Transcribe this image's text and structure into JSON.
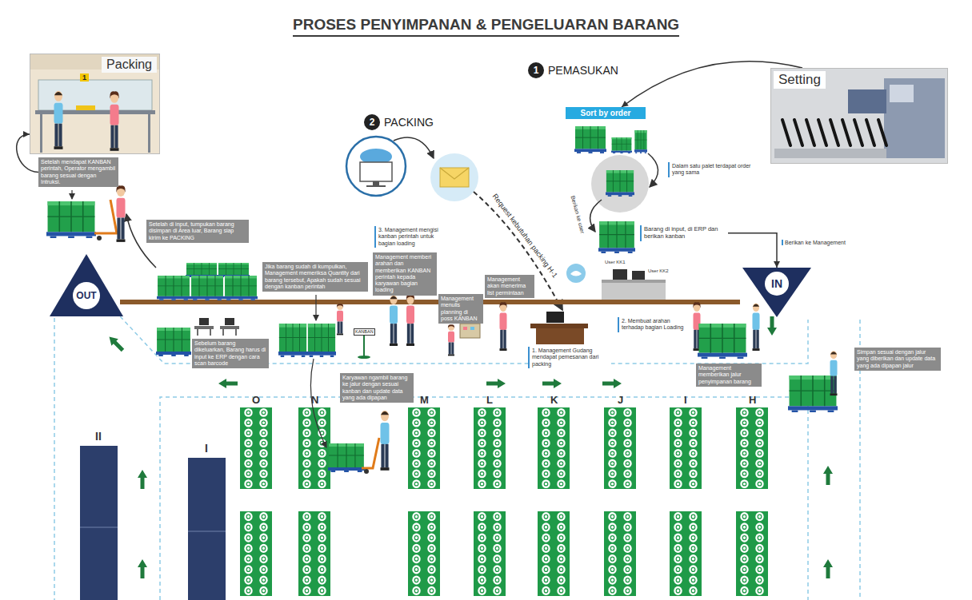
{
  "diagram": {
    "title": "PROSES PENYIMPANAN & PENGELUARAN BARANG",
    "nodes": [
      {
        "text": [
          "Packing"
        ]
      },
      {
        "text": [
          "2",
          "PACKING"
        ]
      },
      {
        "text": [
          "1",
          "PEMASUKAN"
        ]
      },
      {
        "text": [
          "Setting"
        ]
      },
      {
        "text": [
          "Sort by order"
        ]
      },
      {
        "text": [
          "Setelah mendapat KANBAN perintah, Operator mengambil barang sesuai dengan Intruksi."
        ]
      },
      {
        "text": [
          "Dalam satu palet terdapat order yang sama"
        ]
      },
      {
        "text": [
          "Barang di input, di ERP dan berikan kanban"
        ]
      },
      {
        "text": [
          "IN"
        ]
      },
      {
        "text": [
          "Setelah di input, tumpukan barang disimpan di Area luar, Barang siap kirim ke PACKING"
        ]
      },
      {
        "text": [
          "OUT"
        ]
      },
      {
        "text": [
          "3. Management mengisi kanban perintah untuk bagian loading"
        ]
      },
      {
        "text": [
          "Management memberi arahan dan memberikan KANBAN perintah kepada karyawan bagian loading"
        ]
      },
      {
        "text": [
          "Jika barang sudah di kumpulkan, Management memeriksa Quantity dari barang tersebut, Apakah sudah sesuai dengan kanban perintah"
        ]
      },
      {
        "text": [
          "Management akan menerima list permintaan"
        ]
      },
      {
        "text": [
          "Management menulis planning di poss KANBAN"
        ]
      },
      {
        "text": [
          "2. Membuat arahan terhadap bagian Loading"
        ]
      },
      {
        "text": [
          "KANBAN"
        ]
      },
      {
        "text": [
          "Sebelum barang dikeluarkan, Barang harus di input ke ERP dengan cara scan barcode"
        ]
      },
      {
        "text": [
          "1. Management Gudang mendapat pemesanan dari packing"
        ]
      },
      {
        "text": [
          "Simpan sesuai dengan jalur yang diberikan dan update data yang ada dipapan jalur"
        ]
      },
      {
        "text": [
          "Management memberikan jalur penyimpanan barang"
        ]
      },
      {
        "text": [
          "Karyawan ngambil barang ke jalur dengan sesuai kanban dan update data yang ada dipapan"
        ]
      }
    ],
    "edges": [
      {
        "from": 3,
        "to": 4,
        "arrow": "to"
      },
      {
        "from": 5,
        "to": 0,
        "arrow": "to"
      },
      {
        "from": 7,
        "to": 8,
        "label": "Berikan ke Management",
        "arrow": "to"
      }
    ],
    "labels": [
      "1",
      "Berikan ke user",
      "User KK1",
      "User KK2",
      "Request kebutuhan packing H-1",
      "O",
      "N",
      "M",
      "L",
      "K",
      "J",
      "I",
      "H",
      "II",
      "I"
    ]
  }
}
